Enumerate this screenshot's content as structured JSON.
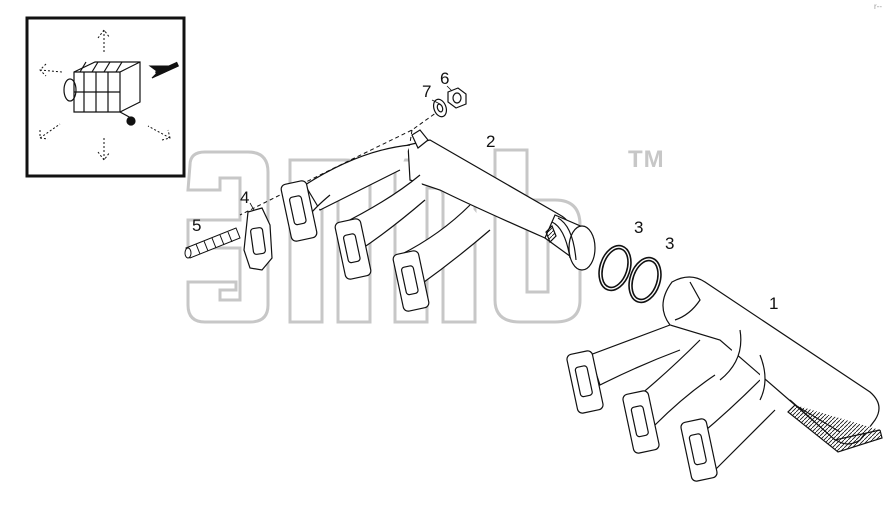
{
  "diagram": {
    "kind": "exploded parts diagram",
    "watermark": {
      "trademark": "TM"
    },
    "corner_mark": "r--",
    "callouts": [
      {
        "id": "1",
        "label": "1",
        "part": "rear exhaust manifold section"
      },
      {
        "id": "2",
        "label": "2",
        "part": "front exhaust manifold section"
      },
      {
        "id": "3a",
        "label": "3",
        "part": "sealing ring"
      },
      {
        "id": "3b",
        "label": "3",
        "part": "sealing ring"
      },
      {
        "id": "4",
        "label": "4",
        "part": "gasket"
      },
      {
        "id": "5",
        "label": "5",
        "part": "stud"
      },
      {
        "id": "6",
        "label": "6",
        "part": "nut"
      },
      {
        "id": "7",
        "label": "7",
        "part": "washer"
      }
    ]
  },
  "colors": {
    "line": "#111111",
    "watermark": "#c7c7c7",
    "background": "#ffffff"
  },
  "icons": {
    "locator_inset": "engine-orientation-icon",
    "arrow": "direction-arrow-icon"
  }
}
